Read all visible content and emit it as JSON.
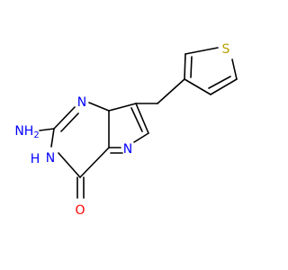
{
  "molecule": {
    "atoms": {
      "amine": {
        "text": "NH",
        "sub": "2",
        "color": "#0000ff"
      },
      "n1": {
        "text": "N",
        "color": "#0000ff"
      },
      "n3h": {
        "text": "H",
        "color": "#0000ff"
      },
      "n3": {
        "text": "N",
        "color": "#0000ff"
      },
      "n7": {
        "text": "N",
        "color": "#0000ff"
      },
      "o": {
        "text": "O",
        "color": "#ff0000"
      },
      "s": {
        "text": "S",
        "color": "#b8a000"
      }
    }
  }
}
